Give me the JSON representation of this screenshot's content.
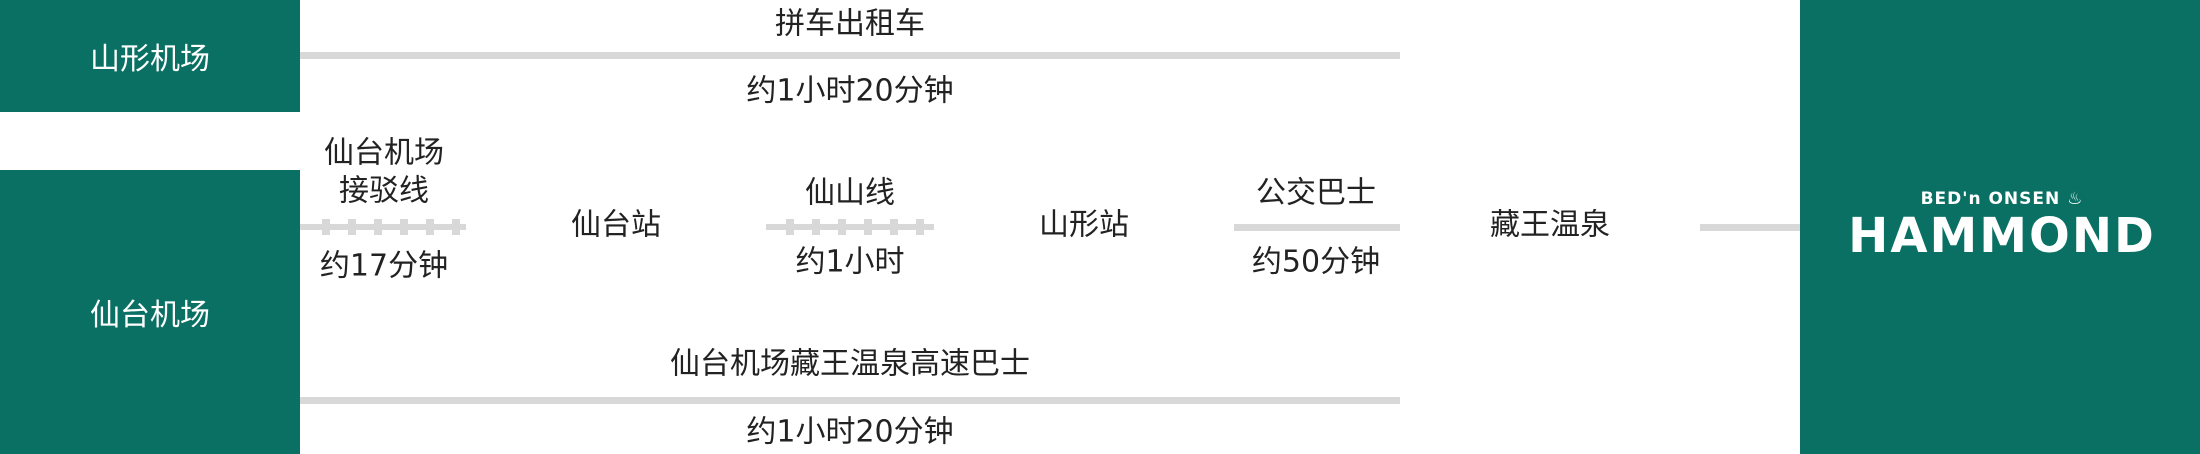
{
  "origins": {
    "yamagata_airport": "山形机场",
    "sendai_airport": "仙台机场"
  },
  "routes": {
    "yamagata_taxi": {
      "name": "拼车出租车",
      "time": "约1小时20分钟"
    },
    "airport_access_line": {
      "name": "仙台机场\n接驳线",
      "time": "约17分钟"
    },
    "senzan_line": {
      "name": "仙山线",
      "time": "约1小时"
    },
    "bus": {
      "name": "公交巴士",
      "time": "约50分钟"
    },
    "highway_bus": {
      "name": "仙台机场藏王温泉高速巴士",
      "time": "约1小时20分钟"
    }
  },
  "stations": {
    "sendai": "仙台站",
    "yamagata": "山形站",
    "zao_onsen": "藏王温泉"
  },
  "destination": {
    "logo_subtitle": "BED'n ONSEN ♨",
    "logo_name": "HAMMOND"
  },
  "colors": {
    "brand_green": "#0a7064",
    "route_gray": "#d8d8d8"
  }
}
